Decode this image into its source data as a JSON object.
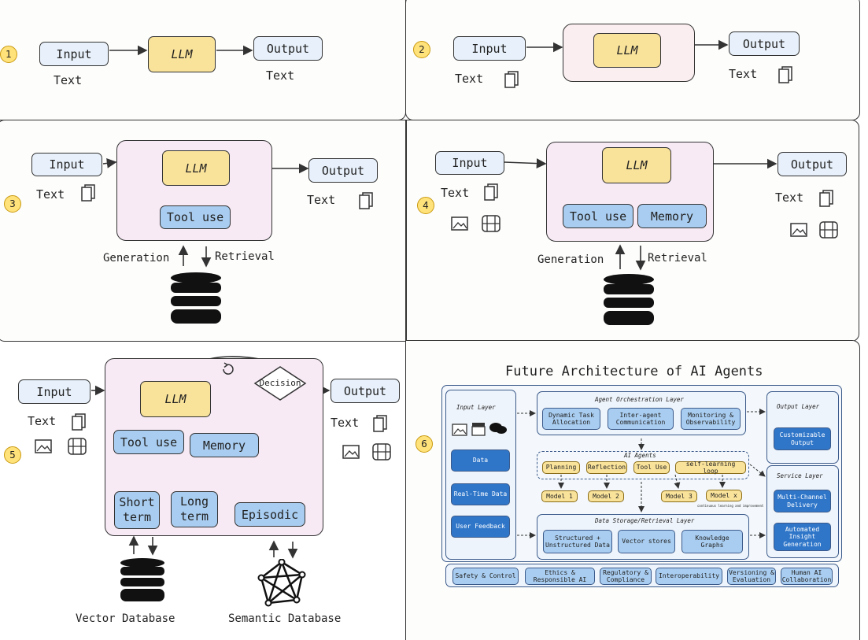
{
  "panels": {
    "p1": {
      "number": "1",
      "input": "Input",
      "llm": "LLM",
      "output": "Output",
      "in_text": "Text",
      "out_text": "Text"
    },
    "p2": {
      "number": "2",
      "input": "Input",
      "llm": "LLM",
      "output": "Output",
      "in_text": "Text",
      "out_text": "Text"
    },
    "p3": {
      "number": "3",
      "input": "Input",
      "llm": "LLM",
      "tool": "Tool use",
      "output": "Output",
      "in_text": "Text",
      "out_text": "Text",
      "generation": "Generation",
      "retrieval": "Retrieval"
    },
    "p4": {
      "number": "4",
      "input": "Input",
      "llm": "LLM",
      "tool": "Tool use",
      "memory": "Memory",
      "output": "Output",
      "in_text": "Text",
      "out_text": "Text",
      "generation": "Generation",
      "retrieval": "Retrieval"
    },
    "p5": {
      "number": "5",
      "input": "Input",
      "llm": "LLM",
      "decision": "Decision",
      "tool": "Tool use",
      "memory": "Memory",
      "short1": "Short",
      "short2": "term",
      "long1": "Long",
      "long2": "term",
      "episodic": "Episodic",
      "output": "Output",
      "in_text": "Text",
      "out_text": "Text",
      "vector_db": "Vector Database",
      "semantic_db": "Semantic Database"
    },
    "p6": {
      "number": "6",
      "title": "Future Architecture of AI Agents",
      "input_layer": "Input Layer",
      "data": "Data",
      "realtime": "Real-Time Data",
      "feedback": "User Feedback",
      "orch_layer": "Agent Orchestration Layer",
      "orch": [
        "Dynamic Task Allocation",
        "Inter-agent Communication",
        "Monitoring & Observability"
      ],
      "ai_agents": "AI Agents",
      "agents": [
        "Planning",
        "Reflection",
        "Tool Use",
        "self-learning loop"
      ],
      "models": [
        "Model 1",
        "Model 2",
        "Model 3",
        "Model x"
      ],
      "model_note": "continuous learning and improvement",
      "storage_layer": "Data Storage/Retrieval Layer",
      "storage": [
        "Structured + Unstructured Data",
        "Vector stores",
        "Knowledge Graphs"
      ],
      "output_layer": "Output Layer",
      "custom_output": "Customizable Output",
      "service_layer": "Service Layer",
      "multi_channel": "Multi-Channel Delivery",
      "automated": "Automated Insight Generation",
      "bottom": [
        "Safety & Control",
        "Ethics & Responsible AI",
        "Regulatory & Compliance",
        "Interoperability",
        "Versioning & Evaluation",
        "Human AI Collaboration"
      ]
    }
  },
  "icons": [
    "document-icon",
    "image-icon",
    "video-icon",
    "database-icon",
    "knowledge-graph-icon",
    "loop-icon",
    "chat-icon",
    "clapper-icon"
  ],
  "colors": {
    "llm": "#f9e29a",
    "input": "#e8f1fb",
    "blue": "#a9cdf0",
    "frame": "#f7eaf5",
    "dark_blue": "#2f76c9",
    "badge": "#ffe27a"
  }
}
